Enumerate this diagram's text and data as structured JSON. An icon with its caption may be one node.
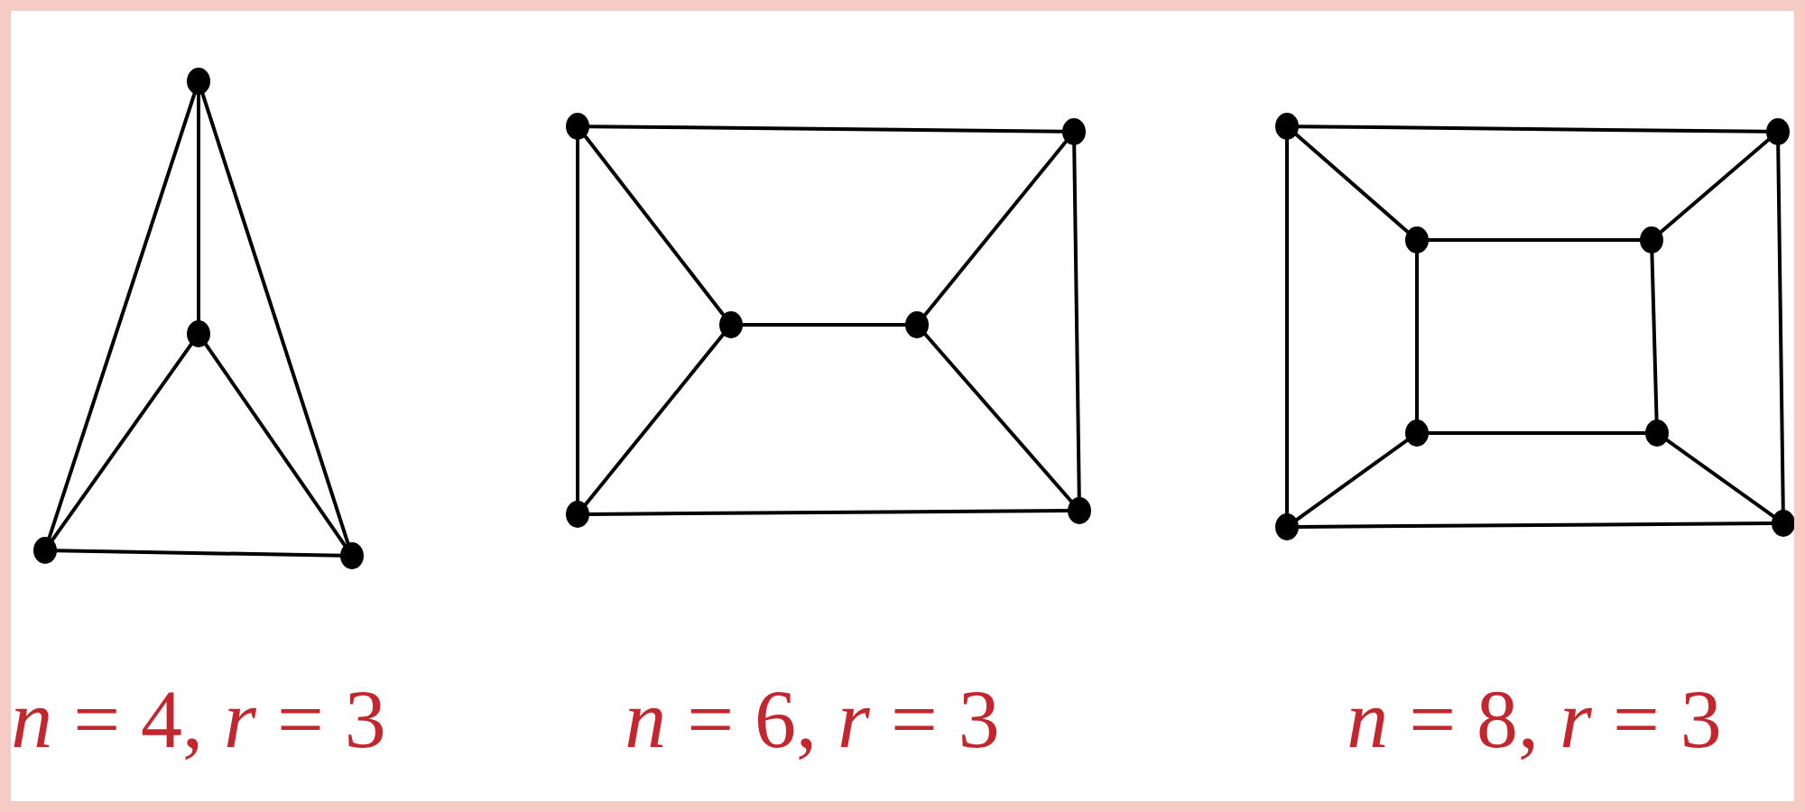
{
  "diagram": {
    "nodes": [
      {
        "text": [],
        "shape": "circle"
      },
      {
        "text": [],
        "shape": "circle"
      },
      {
        "text": [],
        "shape": "circle"
      },
      {
        "text": [],
        "shape": "circle"
      },
      {
        "text": [],
        "shape": "circle"
      },
      {
        "text": [],
        "shape": "circle"
      },
      {
        "text": [],
        "shape": "circle"
      },
      {
        "text": [],
        "shape": "circle"
      },
      {
        "text": [],
        "shape": "circle"
      },
      {
        "text": [],
        "shape": "circle"
      },
      {
        "text": [],
        "shape": "circle"
      },
      {
        "text": [],
        "shape": "circle"
      },
      {
        "text": [],
        "shape": "circle"
      },
      {
        "text": [],
        "shape": "circle"
      },
      {
        "text": [],
        "shape": "circle"
      },
      {
        "text": [],
        "shape": "circle"
      },
      {
        "text": [],
        "shape": "circle"
      },
      {
        "text": [],
        "shape": "circle"
      }
    ],
    "edges": [
      {
        "from": 0,
        "to": 1,
        "arrow": "none"
      },
      {
        "from": 0,
        "to": 2,
        "arrow": "none"
      },
      {
        "from": 0,
        "to": 3,
        "arrow": "none"
      },
      {
        "from": 1,
        "to": 2,
        "arrow": "none"
      },
      {
        "from": 1,
        "to": 3,
        "arrow": "none"
      },
      {
        "from": 2,
        "to": 3,
        "arrow": "none"
      },
      {
        "from": 4,
        "to": 5,
        "arrow": "none"
      },
      {
        "from": 4,
        "to": 8,
        "arrow": "none"
      },
      {
        "from": 5,
        "to": 9,
        "arrow": "none"
      },
      {
        "from": 8,
        "to": 9,
        "arrow": "none"
      },
      {
        "from": 4,
        "to": 6,
        "arrow": "none"
      },
      {
        "from": 8,
        "to": 6,
        "arrow": "none"
      },
      {
        "from": 6,
        "to": 7,
        "arrow": "none"
      },
      {
        "from": 7,
        "to": 5,
        "arrow": "none"
      },
      {
        "from": 7,
        "to": 9,
        "arrow": "none"
      },
      {
        "from": 10,
        "to": 11,
        "arrow": "none"
      },
      {
        "from": 10,
        "to": 16,
        "arrow": "none"
      },
      {
        "from": 11,
        "to": 17,
        "arrow": "none"
      },
      {
        "from": 16,
        "to": 17,
        "arrow": "none"
      },
      {
        "from": 12,
        "to": 13,
        "arrow": "none"
      },
      {
        "from": 12,
        "to": 14,
        "arrow": "none"
      },
      {
        "from": 13,
        "to": 15,
        "arrow": "none"
      },
      {
        "from": 14,
        "to": 15,
        "arrow": "none"
      },
      {
        "from": 10,
        "to": 12,
        "arrow": "none"
      },
      {
        "from": 11,
        "to": 13,
        "arrow": "none"
      },
      {
        "from": 16,
        "to": 14,
        "arrow": "none"
      },
      {
        "from": 17,
        "to": 15,
        "arrow": "none"
      }
    ],
    "labels": [
      "*n* = 4, *r* = 3",
      "*n* = 6, *r* = 3",
      "*n* = 8, *r* = 3"
    ]
  }
}
